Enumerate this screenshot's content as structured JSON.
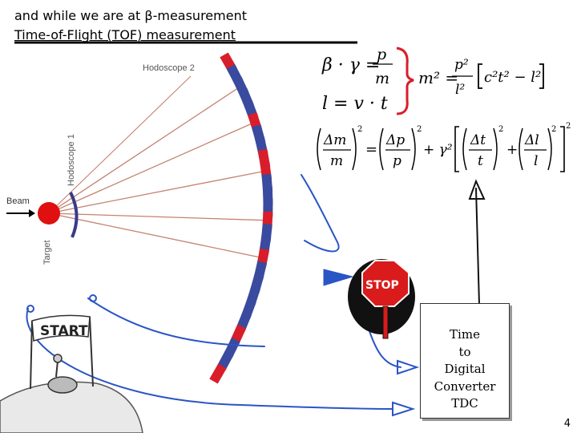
{
  "slide": {
    "title_line1": "and while we are at β-measurement",
    "title_line2": "Time-of-Flight (TOF) measurement",
    "page_number": "4"
  },
  "detector": {
    "hodoscope2_label": "Hodoscope 2",
    "hodoscope1_label": "Hodoscope 1",
    "beam_label": "Beam",
    "target_label": "Target",
    "colors": {
      "red": "#d81e2a",
      "blue": "#3a4a9e",
      "target": "#e01010",
      "tracks": "#c4826f",
      "arrows": "#2a55c4"
    }
  },
  "cartoons": {
    "start_banner_text": "START",
    "stop_sign_text": "STOP"
  },
  "equations": {
    "eq1_lhs": "β · γ =",
    "eq1_num": "p",
    "eq1_den": "m",
    "eq2": "l = v · t",
    "eq3_lhs": "m² =",
    "eq3_num": "p²",
    "eq3_den": "l²",
    "eq3_bracket": "c²t² − l²",
    "err_dm": "Δm",
    "err_m": "m",
    "err_dp": "Δp",
    "err_p": "p",
    "err_gamma": "+ γ²",
    "err_dt": "Δt",
    "err_t": "t",
    "err_dl": "Δl",
    "err_l": "l",
    "exp2": "2"
  },
  "tdc": {
    "line1": "Time",
    "line2": "to",
    "line3": "Digital",
    "line4": "Converter",
    "line5": "TDC"
  }
}
